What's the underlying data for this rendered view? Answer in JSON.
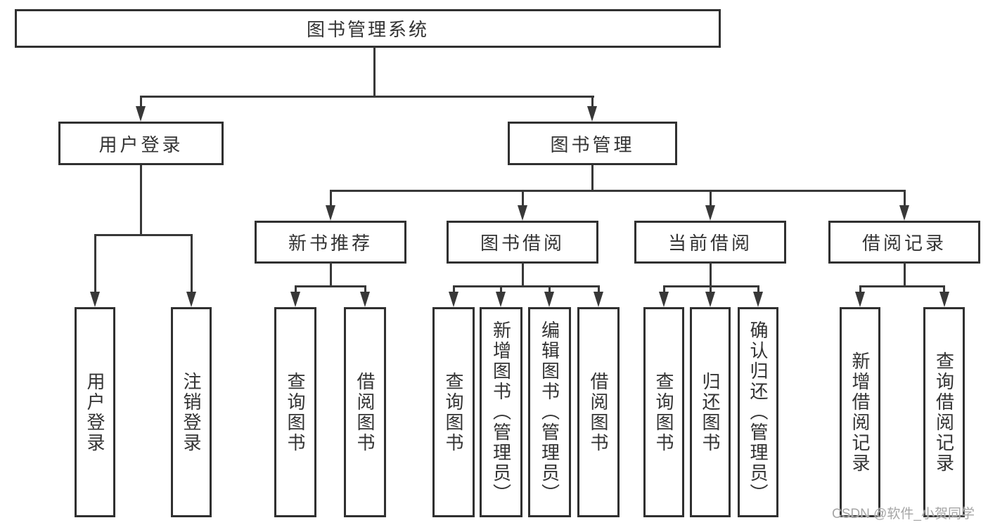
{
  "tree": {
    "root": "图书管理系统",
    "children": [
      {
        "label": "用户登录",
        "children": [
          "用户登录",
          "注销登录"
        ]
      },
      {
        "label": "图书管理",
        "children": [
          {
            "label": "新书推荐",
            "children": [
              "查询图书",
              "借阅图书"
            ]
          },
          {
            "label": "图书借阅",
            "children": [
              "查询图书",
              "新增图书（管理员）",
              "编辑图书（管理员）",
              "借阅图书"
            ]
          },
          {
            "label": "当前借阅",
            "children": [
              "查询图书",
              "归还图书",
              "确认归还（管理员）"
            ]
          },
          {
            "label": "借阅记录",
            "children": [
              "新增借阅记录",
              "查询借阅记录"
            ]
          }
        ]
      }
    ]
  },
  "watermark": "CSDN @软件_小贺同学",
  "colors": {
    "line": "#383838",
    "box_border": "#303030",
    "text": "#333333",
    "watermark": "#a6a6a6",
    "background": "#ffffff"
  }
}
